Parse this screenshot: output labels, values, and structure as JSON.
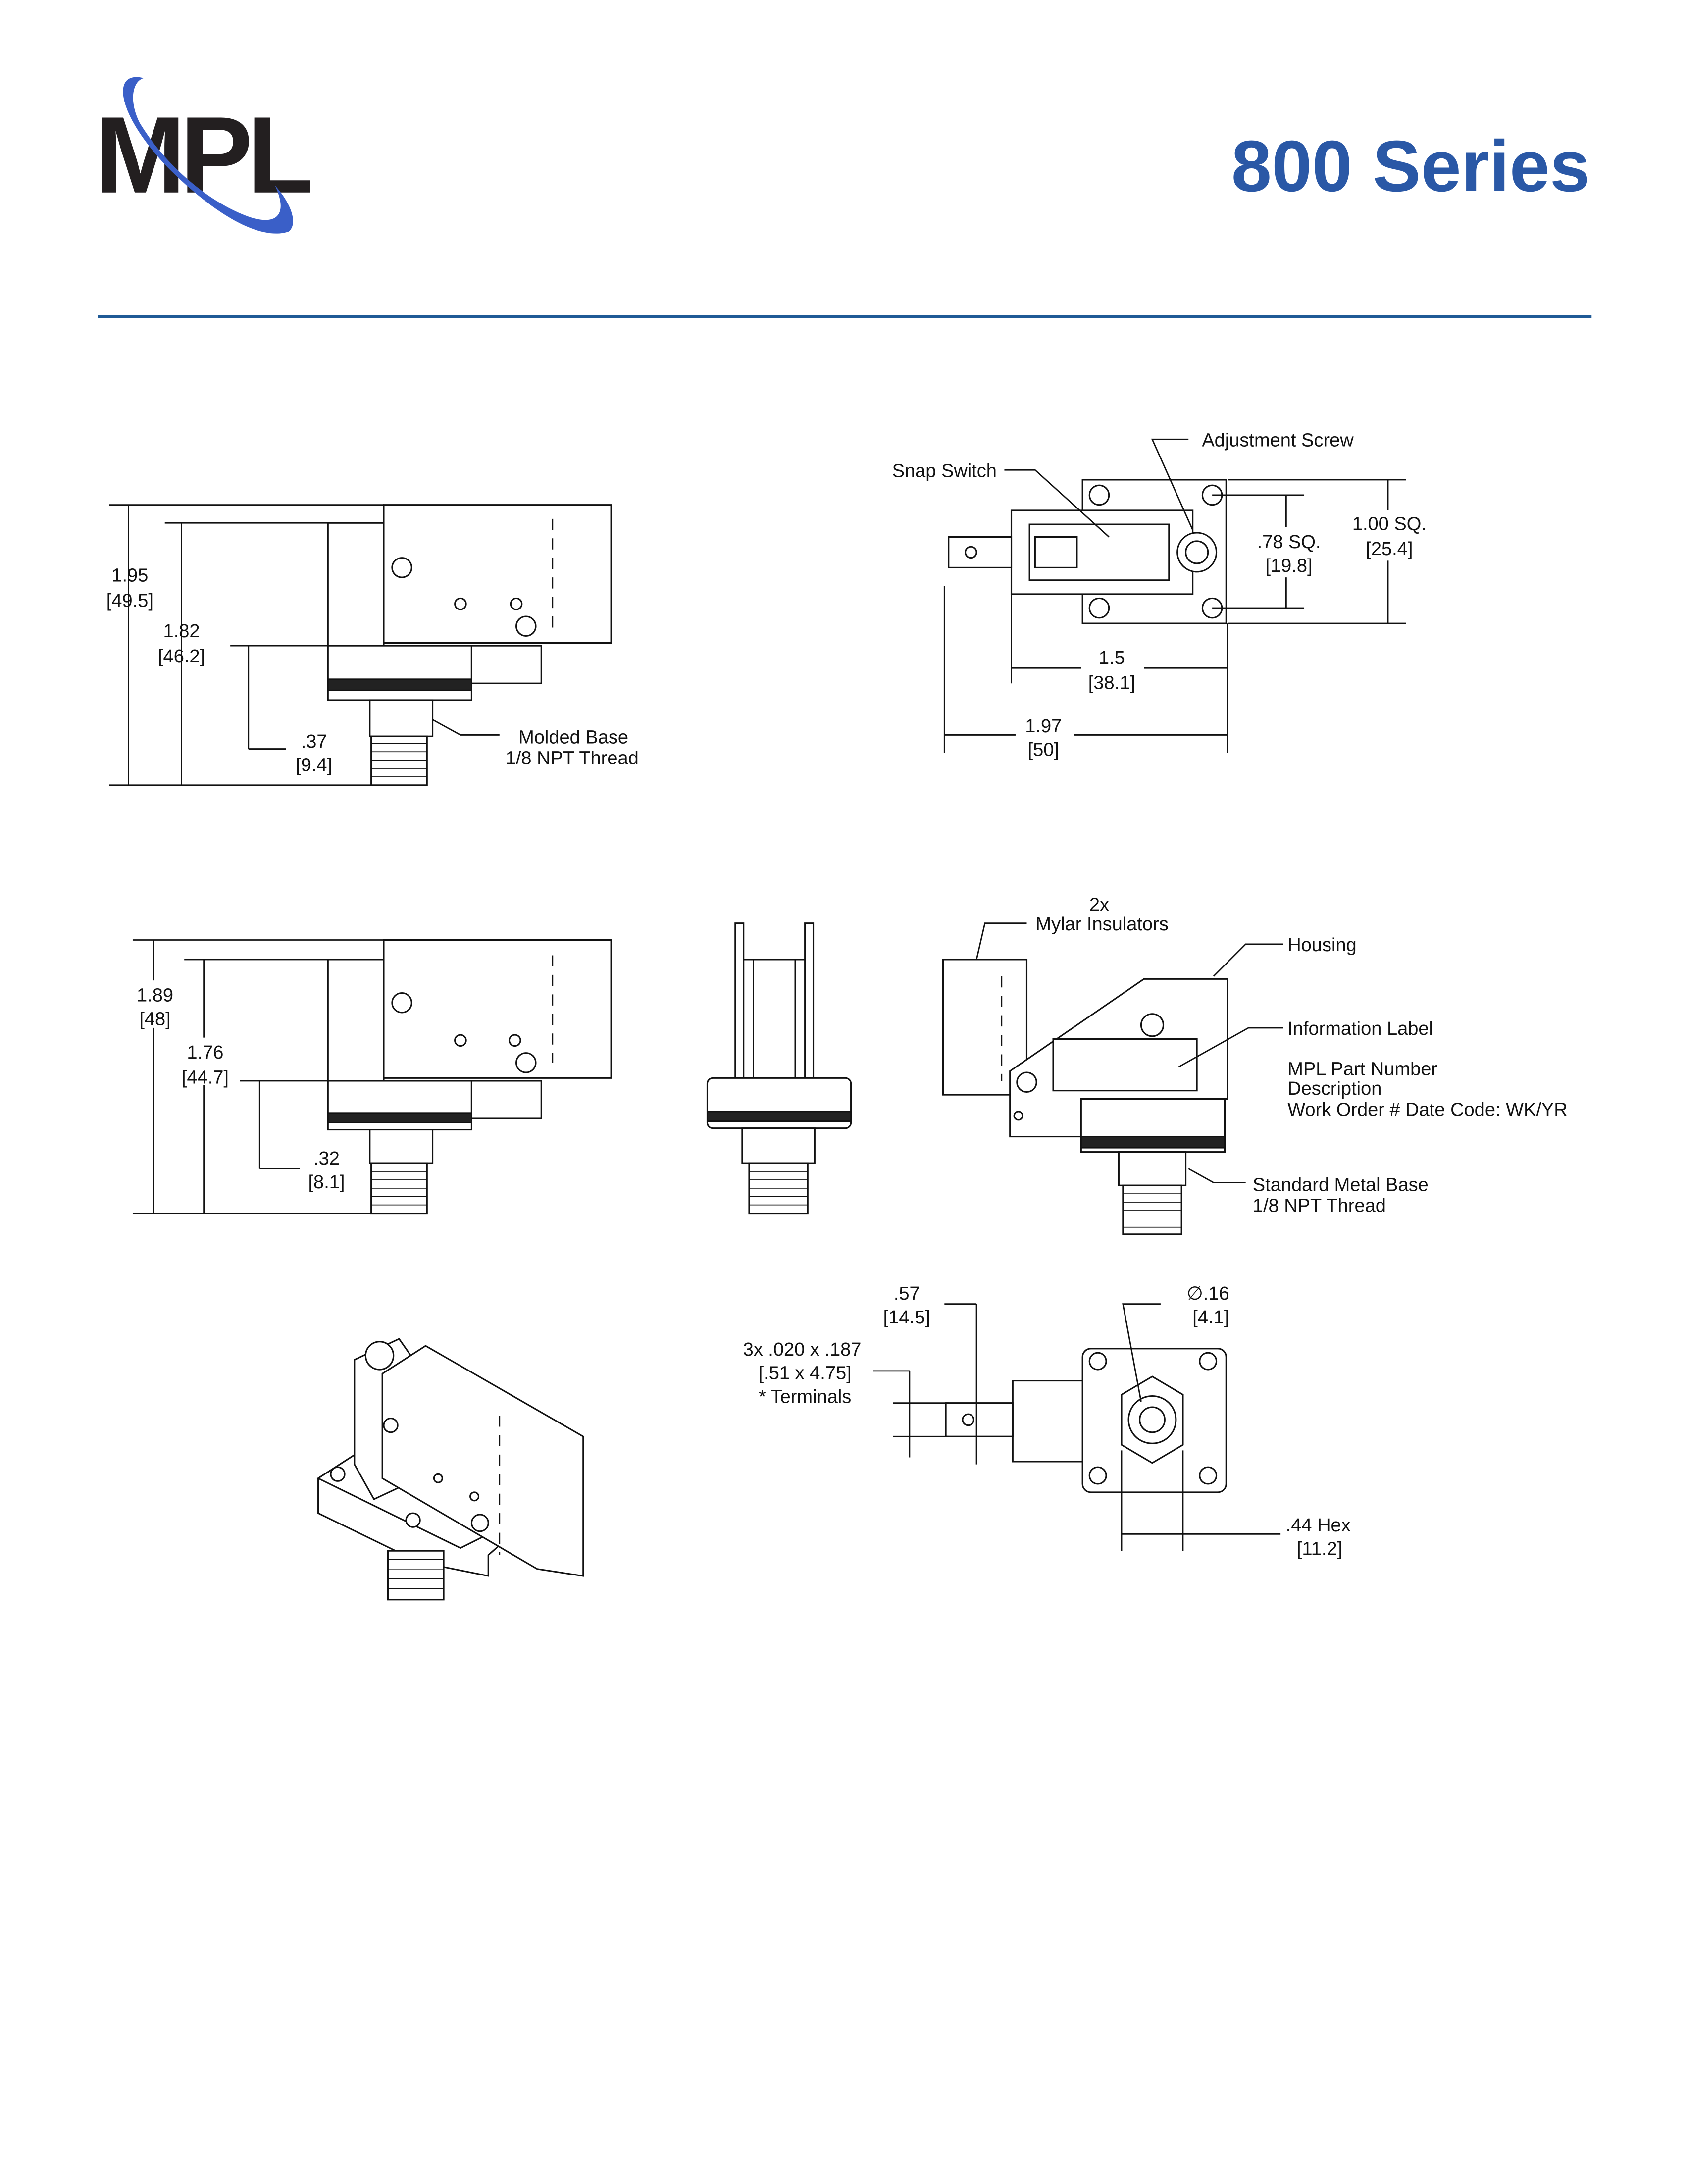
{
  "header": {
    "logo_text": "MPL",
    "title": "800 Series",
    "colors": {
      "title": "#2a58a6",
      "rule": "#1f5a96",
      "logo_dark": "#231f20",
      "logo_swoosh": "#3a5fc8"
    }
  },
  "side_view_molded": {
    "overall_height": "1.95",
    "overall_height_mm": "[49.5]",
    "height_to_base": "1.82",
    "height_to_base_mm": "[46.2]",
    "base_height": ".37",
    "base_height_mm": "[9.4]",
    "callout_line1": "Molded Base",
    "callout_line2": "1/8 NPT Thread"
  },
  "top_view": {
    "snap_switch": "Snap Switch",
    "adjustment_screw": "Adjustment Screw",
    "sq_small": ".78 SQ.",
    "sq_small_mm": "[19.8]",
    "sq_large": "1.00 SQ.",
    "sq_large_mm": "[25.4]",
    "width_inner": "1.5",
    "width_inner_mm": "[38.1]",
    "width_outer": "1.97",
    "width_outer_mm": "[50]"
  },
  "side_view_metal": {
    "overall_height": "1.89",
    "overall_height_mm": "[48]",
    "height_to_base": "1.76",
    "height_to_base_mm": "[44.7]",
    "base_height": ".32",
    "base_height_mm": "[8.1]"
  },
  "iso_callouts": {
    "mylar_count": "2x",
    "mylar": "Mylar Insulators",
    "housing": "Housing",
    "info_label": "Information Label",
    "label_line1": "MPL Part Number",
    "label_line2": "Description",
    "label_line3": "Work Order #  Date Code: WK/YR",
    "base_line1": "Standard Metal Base",
    "base_line2": "1/8 NPT Thread"
  },
  "bottom_view": {
    "terminal_offset": ".57",
    "terminal_offset_mm": "[14.5]",
    "diameter": "∅.16",
    "diameter_mm": "[4.1]",
    "terminals_line1": "3x .020 x .187",
    "terminals_line2": "[.51 x 4.75]",
    "terminals_line3": "* Terminals",
    "hex": ".44 Hex",
    "hex_mm": "[11.2]"
  }
}
